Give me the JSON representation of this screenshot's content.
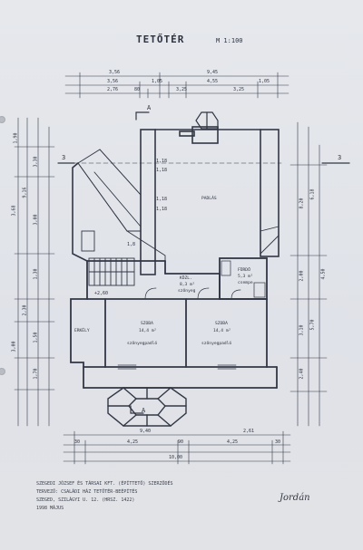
{
  "title": "TETŐTÉR",
  "scale": "M 1:100",
  "dims": {
    "top": {
      "overall": "9,45",
      "left": "3,56",
      "right": "4,55",
      "r1_a": "3,56",
      "r1_b": "1,05",
      "r1_c": "1,05",
      "r2_a": "2,76",
      "r2_b": "80",
      "r2_c": "3,25",
      "r2_d": "3,25"
    },
    "bottom": {
      "b1": "9,40",
      "b2": "2,61",
      "b3": "4,25",
      "b4": "4,25",
      "b5": "30",
      "b6": "90",
      "b7": "30",
      "b8": "10,00"
    },
    "left": [
      "1,90",
      "3,30",
      "9,16",
      "3,68",
      "3,00",
      "1,30",
      "2,30",
      "1,50",
      "1,70",
      "3,00"
    ],
    "right": [
      "8,20",
      "6,18",
      "2,00",
      "5,70",
      "3,10",
      "4,50",
      "2,40"
    ]
  },
  "section_marks": {
    "a_top": "A",
    "a_bottom": "A",
    "three_left": "3",
    "three_right": "3"
  },
  "rooms": {
    "padlas": {
      "name": "PADLÁS"
    },
    "kozl": {
      "name": "KÖZL.",
      "area": "8,3 m²",
      "floor": "szőnyeg"
    },
    "furdo": {
      "name": "FÜRDŐ",
      "area": "5,3 m²",
      "floor": "csempe"
    },
    "erkely": {
      "name": "ERKÉLY"
    },
    "szoba1": {
      "name": "SZOBA",
      "area": "14,4 m²",
      "floor": "szőnyegpadló"
    },
    "szoba2": {
      "name": "SZOBA",
      "area": "14,4 m²",
      "floor": "szőnyegpadló"
    }
  },
  "height_marks": {
    "h1": "1,18",
    "h2": "1,18",
    "h3": "1,18",
    "h4": "1,18",
    "level": "+2,60",
    "stair": "1,8"
  },
  "notes": [
    "SZEGEDI JÓZSEF ÉS TÁRSAI KFT. (ÉPÍTTETŐ) SZERZŐDÉS",
    "TERVEZŐ: CSALÁDI HÁZ TETŐTÉR-BEÉPÍTÉS",
    "SZEGED, SZILÁGYI U. 12. (HRSZ. 1422)",
    "1998 MÁJUS"
  ],
  "signature": "Jordán",
  "colors": {
    "ink": "#2e3340",
    "paper": "#e3e5ea",
    "hole": "#b9bcc3"
  }
}
